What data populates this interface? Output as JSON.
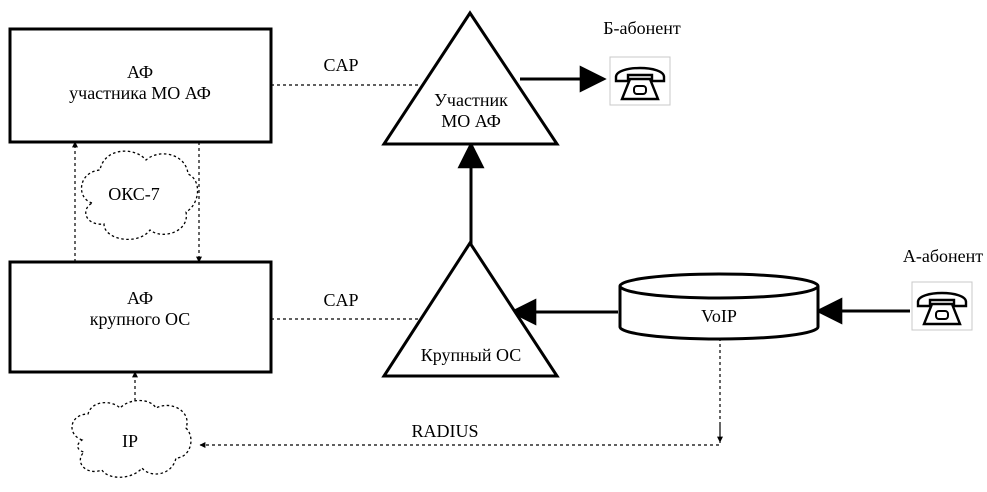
{
  "diagram": {
    "af_participant": {
      "line1": "АФ",
      "line2": "участника МО АФ"
    },
    "af_large_os": {
      "line1": "АФ",
      "line2": "крупного ОС"
    },
    "participant_mo": {
      "line1": "Участник",
      "line2": "МО АФ"
    },
    "large_os": {
      "label": "Крупный ОС"
    },
    "voip": {
      "label": "VoIP"
    },
    "oks7": {
      "label": "ОКС-7"
    },
    "ip": {
      "label": "IP"
    },
    "cap_top": {
      "label": "CAP"
    },
    "cap_bottom": {
      "label": "CAP"
    },
    "radius": {
      "label": "RADIUS"
    },
    "subscriber_b": {
      "label": "Б-абонент"
    },
    "subscriber_a": {
      "label": "А-абонент"
    }
  },
  "icons": {
    "phone_b": "telephone-icon",
    "phone_a": "telephone-icon"
  }
}
